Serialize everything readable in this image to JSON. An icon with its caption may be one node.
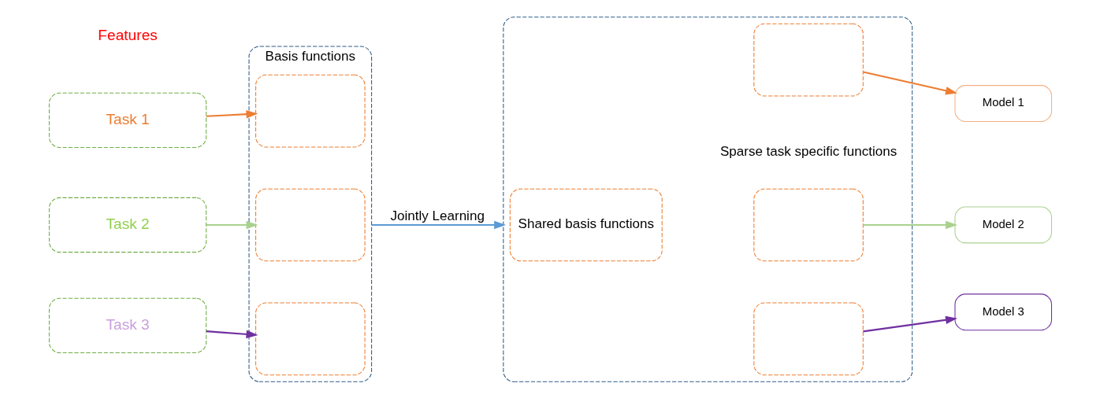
{
  "diagram": {
    "nodes": [
      {
        "text": [
          "Task 1"
        ]
      },
      {
        "text": [
          "Task 2"
        ]
      },
      {
        "text": [
          "Task 3"
        ]
      },
      {
        "text": [
          "Basis functions"
        ]
      },
      {
        "text": [],
        "shape": "box",
        "in": 3
      },
      {
        "text": [],
        "shape": "box",
        "in": 3
      },
      {
        "text": [],
        "shape": "box",
        "in": 3
      },
      {
        "text": [],
        "shape": "box"
      },
      {
        "text": [
          "Shared basis functions"
        ],
        "in": 7
      },
      {
        "text": [],
        "shape": "box",
        "in": 7
      },
      {
        "text": [],
        "shape": "box",
        "in": 7
      },
      {
        "text": [],
        "shape": "box",
        "in": 7
      },
      {
        "text": [
          "Model 1"
        ]
      },
      {
        "text": [
          "Model 2"
        ]
      },
      {
        "text": [
          "Model 3"
        ]
      }
    ],
    "edges": [
      {
        "from": 0,
        "to": 4,
        "arrow": "to",
        "color": "#ed7d31"
      },
      {
        "from": 1,
        "to": 5,
        "arrow": "to",
        "color": "#a9d18e"
      },
      {
        "from": 2,
        "to": 6,
        "arrow": "to",
        "color": "#7030a0"
      },
      {
        "from": 3,
        "to": 7,
        "arrow": "to",
        "color": "#5b9bd5",
        "label": "Jointly Learning"
      },
      {
        "from": 9,
        "to": 12,
        "arrow": "to",
        "color": "#ed7d31"
      },
      {
        "from": 10,
        "to": 13,
        "arrow": "to",
        "color": "#a9d18e"
      },
      {
        "from": 11,
        "to": 14,
        "arrow": "to",
        "color": "#7030a0"
      }
    ],
    "labels": [
      "Features",
      "Sparse task specific functions"
    ]
  }
}
